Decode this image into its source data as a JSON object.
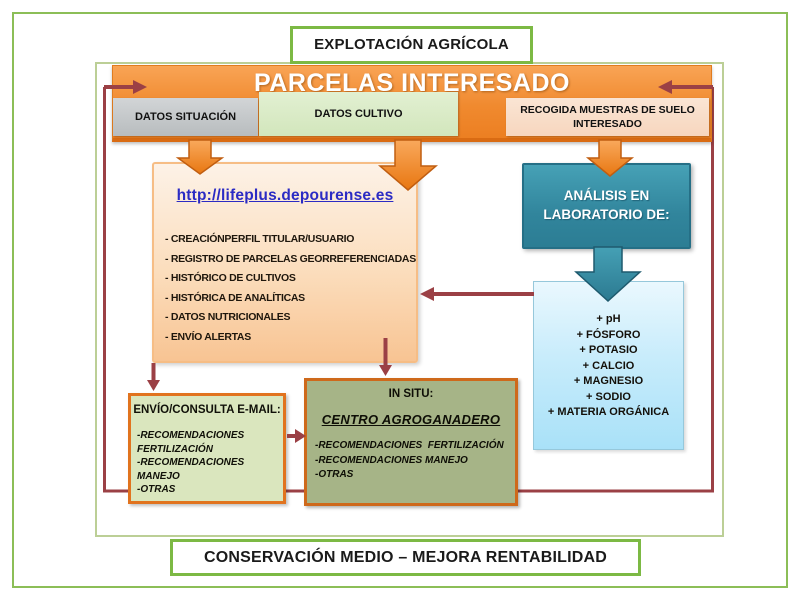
{
  "palette": {
    "frame_green": "#8CBE57",
    "inner_frame_green": "#BCCF96",
    "banner_orange": "#F08A2F",
    "banner_border_orange": "#D96B13",
    "loop_maroon": "#9B4045",
    "lab_teal": "#31859C",
    "results_blue": "#A9E1F8",
    "portal_peach": "#F8C493",
    "email_sage": "#DAE6BE",
    "insitu_olive": "#A6B487",
    "box_border_orange": "#CE691B",
    "url_blue": "#2B2BC4"
  },
  "top_banner": {
    "label": "EXPLOTACIÓN AGRÍCOLA"
  },
  "main_header": {
    "title": "PARCELAS INTERESADO"
  },
  "data_tabs": [
    {
      "label": "DATOS SITUACIÓN"
    },
    {
      "label": "DATOS CULTIVO"
    },
    {
      "label": "RECOGIDA MUESTRAS DE SUELO INTERESADO"
    }
  ],
  "portal_box": {
    "url": "http://lifeplus.depourense.es",
    "items": [
      "- CREACIÓNPERFIL TITULAR/USUARIO",
      "- REGISTRO DE PARCELAS GEORREFERENCIADAS",
      "- HISTÓRICO DE CULTIVOS",
      "- HISTÓRICA DE ANALÍTICAS",
      "- DATOS NUTRICIONALES",
      "- ENVÍO ALERTAS"
    ]
  },
  "lab_box": {
    "title": "ANÁLISIS EN LABORATORIO DE:"
  },
  "lab_results_box": {
    "items": [
      "+ pH",
      "+ FÓSFORO",
      "+ POTASIO",
      "+ CALCIO",
      "+ MAGNESIO",
      "+ SODIO",
      "+ MATERIA ORGÁNICA"
    ]
  },
  "email_box": {
    "title": "ENVÍO/CONSULTA E-MAIL:",
    "items": [
      "-RECOMENDACIONES FERTILIZACIÓN",
      "-RECOMENDACIONES MANEJO",
      "-OTRAS"
    ]
  },
  "insitu_box": {
    "title": "IN SITU:",
    "subtitle": "CENTRO AGROGANADERO",
    "items": [
      "-RECOMENDACIONES  FERTILIZACIÓN",
      "-RECOMENDACIONES MANEJO",
      "-OTRAS"
    ]
  },
  "bottom_banner": {
    "label": "CONSERVACIÓN MEDIO – MEJORA RENTABILIDAD"
  }
}
